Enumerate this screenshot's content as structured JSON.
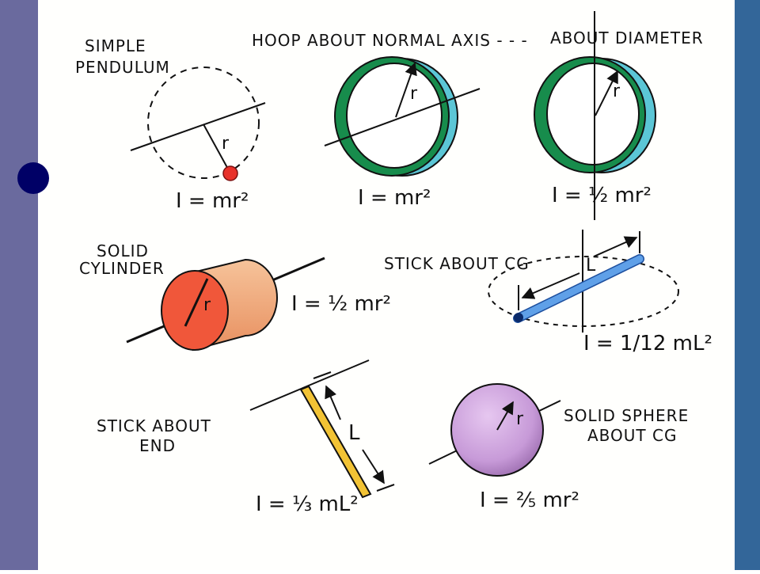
{
  "slide": {
    "colors": {
      "left_band": "#6a6a9e",
      "right_band": "#336699",
      "bullet": "#000066"
    }
  },
  "figure": {
    "pendulum": {
      "title_line1": "SIMPLE",
      "title_line2": "PENDULUM",
      "radius_label": "r",
      "formula": "I = mr²"
    },
    "hoop_normal": {
      "title": "HOOP ABOUT NORMAL AXIS - - -",
      "radius_label": "r",
      "formula": "I = mr²"
    },
    "hoop_diameter": {
      "title": "ABOUT DIAMETER",
      "radius_label": "r",
      "formula": "I = ½ mr²"
    },
    "cylinder": {
      "title_line1": "SOLID",
      "title_line2": "CYLINDER",
      "radius_label": "r",
      "formula": "I = ½ mr²"
    },
    "stick_cg": {
      "title": "STICK ABOUT CG",
      "length_label": "L",
      "formula": "I = 1/12 mL²"
    },
    "stick_end": {
      "title_line1": "STICK ABOUT",
      "title_line2": "END",
      "length_label": "L",
      "formula": "I = ⅓ mL²"
    },
    "sphere": {
      "title_line1": "SOLID SPHERE",
      "title_line2": "ABOUT CG",
      "radius_label": "r",
      "formula": "I = ⅖ mr²"
    }
  }
}
